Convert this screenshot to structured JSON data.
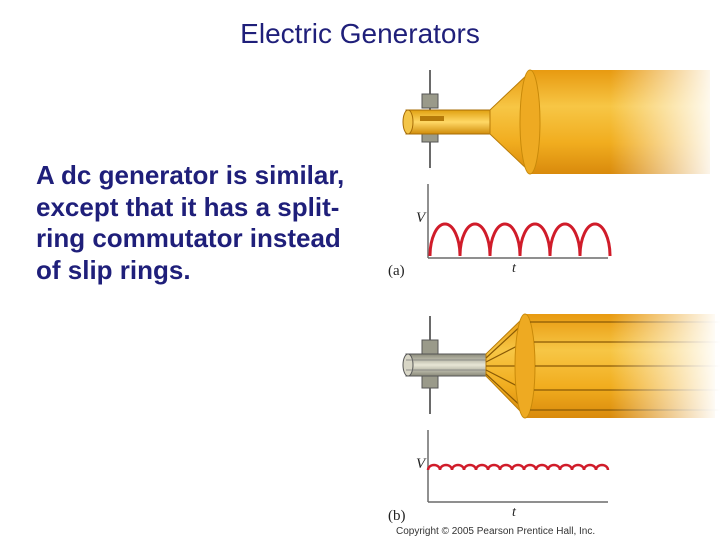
{
  "slide": {
    "title": "Electric Generators",
    "body": "A dc generator is similar, except that it has a split-ring commutator instead of slip rings."
  },
  "figure": {
    "panel_a": {
      "label": "(a)",
      "y_axis": "V",
      "x_axis": "t",
      "waveform": "full-wave rectified (large ripple)"
    },
    "panel_b": {
      "label": "(b)",
      "y_axis": "V",
      "x_axis": "t",
      "waveform": "many-segment commutated (small ripple)"
    },
    "copyright": "Copyright © 2005 Pearson Prentice Hall, Inc."
  },
  "colors": {
    "text": "#1f1f7a",
    "armature": "#f2b21c",
    "waveform": "#d01c2a"
  }
}
